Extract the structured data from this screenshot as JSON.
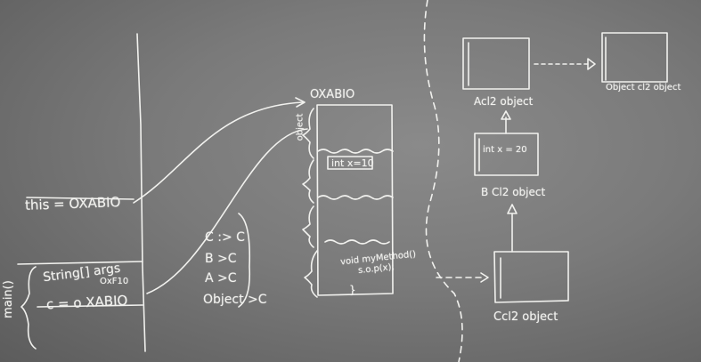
{
  "colors": {
    "board": "#7c7c7c",
    "chalk": "#f1f1ee",
    "frame": "#3a3a3a"
  },
  "stack": {
    "this_ref": "this = OXABIO",
    "args": "String[] args",
    "args_addr": "OxF10",
    "c_ref": "c = o XABIO",
    "main_label": "main()"
  },
  "compare": [
    "C :> C",
    "B >C",
    "A >C",
    "Object >C"
  ],
  "heap": {
    "address": "OXABIO",
    "side_label": "object",
    "int_field": "int x=10",
    "method_line1": "void myMethod()",
    "method_line2": "s.o.p(x);",
    "closing_brace": "}"
  },
  "right": {
    "a_label": "Acl2 object",
    "object_label": "Object cl2 object",
    "int_field": "int x = 20",
    "b_label": "B Cl2 object",
    "c_label": "Ccl2 object"
  }
}
